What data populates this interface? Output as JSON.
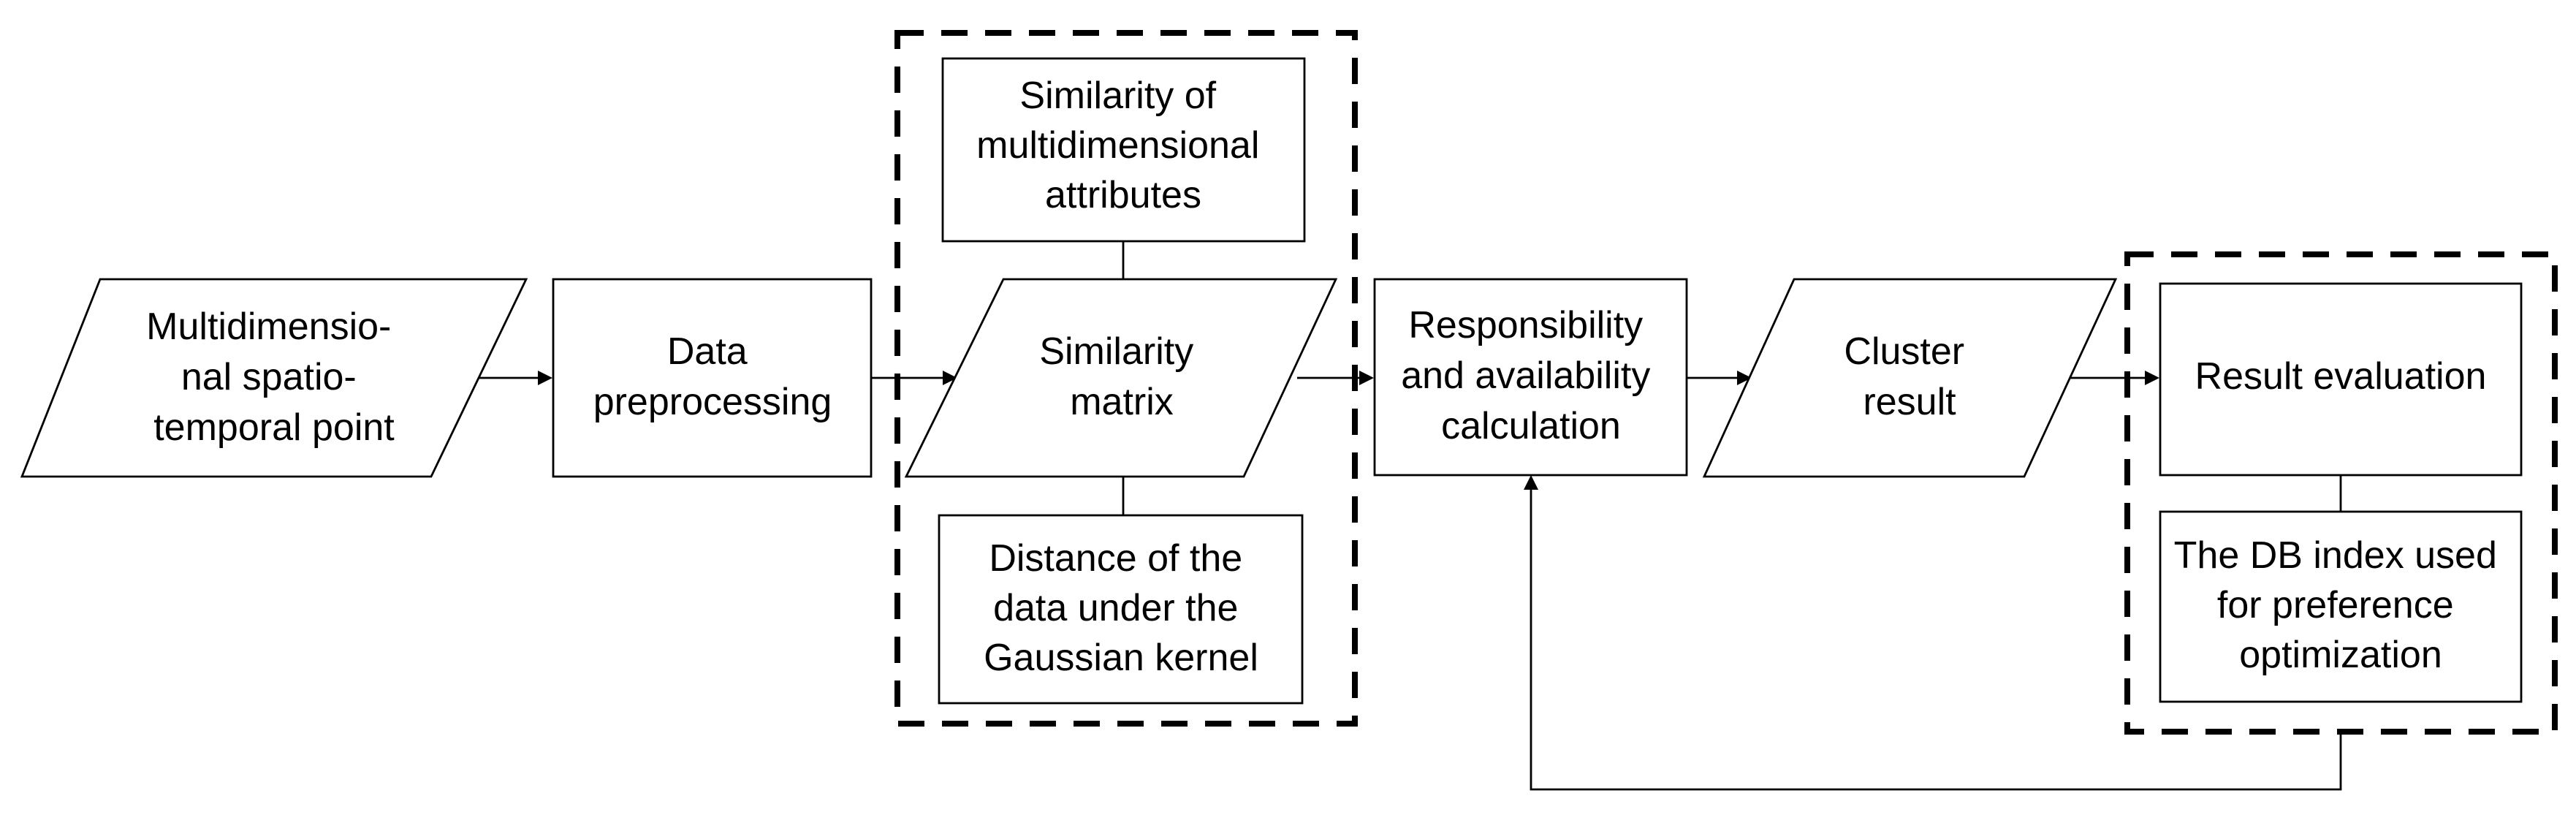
{
  "nodes": {
    "input": {
      "shape": "parallelogram",
      "lines": [
        "Multidimensio-",
        "nal spatio-",
        "temporal point"
      ]
    },
    "preprocess": {
      "shape": "rectangle",
      "lines": [
        "Data",
        "preprocessing"
      ]
    },
    "sim_attr": {
      "shape": "rectangle",
      "lines": [
        "Similarity of",
        "multidimensional",
        "attributes"
      ]
    },
    "sim_matrix": {
      "shape": "parallelogram",
      "lines": [
        "Similarity",
        "matrix"
      ]
    },
    "distance": {
      "shape": "rectangle",
      "lines": [
        "Distance of the",
        "data under the",
        "Gaussian kernel"
      ]
    },
    "resp": {
      "shape": "rectangle",
      "lines": [
        "Responsibility",
        "and availability",
        "calculation"
      ]
    },
    "cluster": {
      "shape": "parallelogram",
      "lines": [
        "Cluster",
        "result"
      ]
    },
    "evaluation": {
      "shape": "rectangle",
      "lines": [
        "Result evaluation"
      ]
    },
    "db_index": {
      "shape": "rectangle",
      "lines": [
        "The DB index used",
        "for preference",
        "optimization"
      ]
    }
  },
  "edges": [
    {
      "from": "input",
      "to": "preprocess",
      "arrow": true
    },
    {
      "from": "preprocess",
      "to": "sim_matrix",
      "arrow": true
    },
    {
      "from": "sim_attr",
      "to": "sim_matrix",
      "arrow": false
    },
    {
      "from": "distance",
      "to": "sim_matrix",
      "arrow": false
    },
    {
      "from": "sim_matrix",
      "to": "resp",
      "arrow": true
    },
    {
      "from": "resp",
      "to": "cluster",
      "arrow": true
    },
    {
      "from": "cluster",
      "to": "evaluation",
      "arrow": true
    },
    {
      "from": "evaluation",
      "to": "db_index",
      "arrow": false
    },
    {
      "from": "db_index",
      "to": "resp",
      "arrow": true
    }
  ],
  "groups": [
    {
      "style": "dashed",
      "members": [
        "sim_attr",
        "sim_matrix",
        "distance"
      ]
    },
    {
      "style": "dashed",
      "members": [
        "evaluation",
        "db_index"
      ]
    }
  ],
  "colors": {
    "stroke": "#000000",
    "fill": "#ffffff",
    "text": "#000000"
  }
}
